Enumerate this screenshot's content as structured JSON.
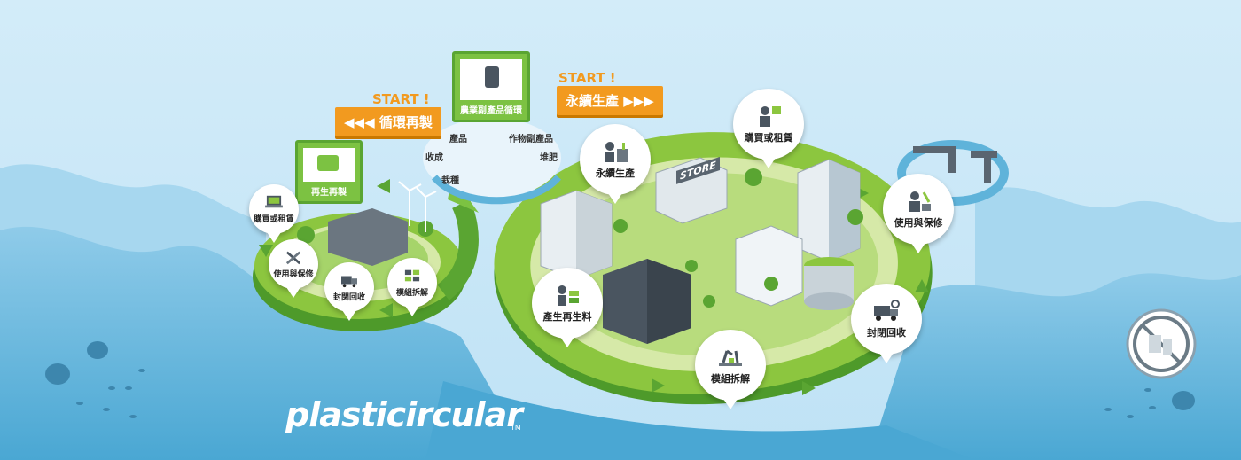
{
  "brand": {
    "logo_text": "plasticircular",
    "trademark": "TM"
  },
  "colors": {
    "sky": "#cfe9f7",
    "sea": "#5fb3da",
    "land": "#8cc63f",
    "land_dark": "#5aa532",
    "arrow": "#7cc242",
    "orange": "#f29a1f"
  },
  "start_signs": {
    "left": {
      "start": "START !",
      "label": "◀◀◀ 循環再製"
    },
    "right": {
      "start": "START !",
      "label": "永續生產 ▶▶▶"
    }
  },
  "green_signs": {
    "agri": {
      "label": "農業副產品循環",
      "icon": "farmer-icon"
    },
    "remake": {
      "label": "再生再製",
      "icon": "recycle-machine-icon"
    }
  },
  "agri_cycle": [
    "產品",
    "作物副產品",
    "收成",
    "堆肥",
    "栽種"
  ],
  "left_island_pins": [
    {
      "label": "購買或租賃",
      "icon": "laptop-cart-icon"
    },
    {
      "label": "使用與保修",
      "icon": "wrench-icon"
    },
    {
      "label": "封閉回收",
      "icon": "truck-icon"
    },
    {
      "label": "模組拆解",
      "icon": "modules-icon"
    }
  ],
  "right_island_pins": [
    {
      "label": "永續生產",
      "icon": "factory-worker-icon"
    },
    {
      "label": "購買或租賃",
      "icon": "shopper-icon"
    },
    {
      "label": "使用與保修",
      "icon": "repair-worker-icon"
    },
    {
      "label": "封閉回收",
      "icon": "delivery-truck-icon"
    },
    {
      "label": "模組拆解",
      "icon": "robot-arm-icon"
    },
    {
      "label": "產生再生料",
      "icon": "recycled-material-icon"
    }
  ],
  "store_sign": "STORE",
  "no_plastic_icon": "no-plastic-bag-icon"
}
